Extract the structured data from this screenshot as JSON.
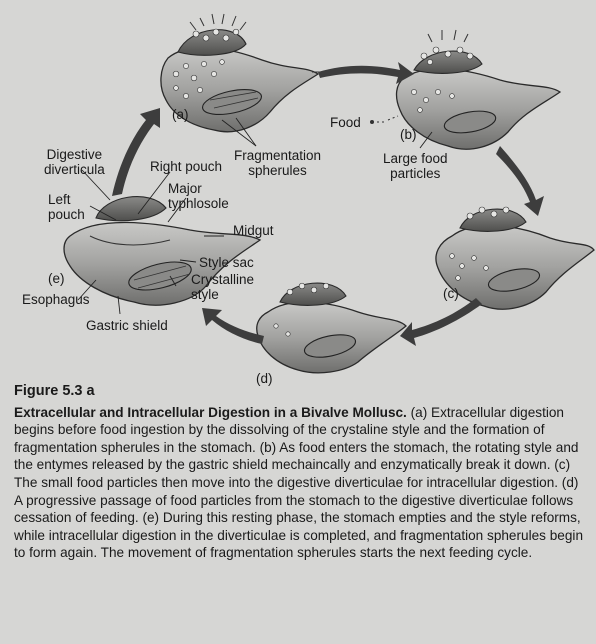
{
  "labels": {
    "stage_a": "(a)",
    "stage_b": "(b)",
    "stage_c": "(c)",
    "stage_d": "(d)",
    "stage_e": "(e)",
    "food": "Food",
    "fragmentation_spherules": "Fragmentation\nspherules",
    "large_food_particles": "Large food\nparticles",
    "digestive_diverticula": "Digestive\ndiverticula",
    "right_pouch": "Right pouch",
    "major_typhlosole": "Major\ntyphlosole",
    "left_pouch": "Left\npouch",
    "midgut": "Midgut",
    "style_sac": "Style sac",
    "crystalline_style": "Crystalline\nstyle",
    "esophagus": "Esophagus",
    "gastric_shield": "Gastric shield"
  },
  "caption": {
    "figure_number": "Figure 5.3 a",
    "title": "Extracellular and Intracellular Digestion in a Bivalve Mollusc.",
    "body": " (a) Extracellular digestion begins before food ingestion by the dissolving of the crystaline style and the formation of fragmentation spherules in the stomach. (b) As food enters the stomach, the rotating style and the entymes released by the gastric shield mechaincally and enzymatically break it down. (c) The small food particles then move into the digestive diverticulae for intracellular digestion. (d) A progressive passage of food particles from the stomach to the digestive diverticulae follows cessation of feeding. (e) During this resting phase, the stomach empties and the style reforms, while intracellular digestion in the diverticulae is completed, and fragmentation spherules begin to form again. The movement of fragmentation spherules starts the next feeding cycle."
  },
  "colors": {
    "background": "#d6d6d4",
    "arrow": "#3d3d3d",
    "stomach": "#9a9a98",
    "diverticula": "#6a6a68"
  }
}
